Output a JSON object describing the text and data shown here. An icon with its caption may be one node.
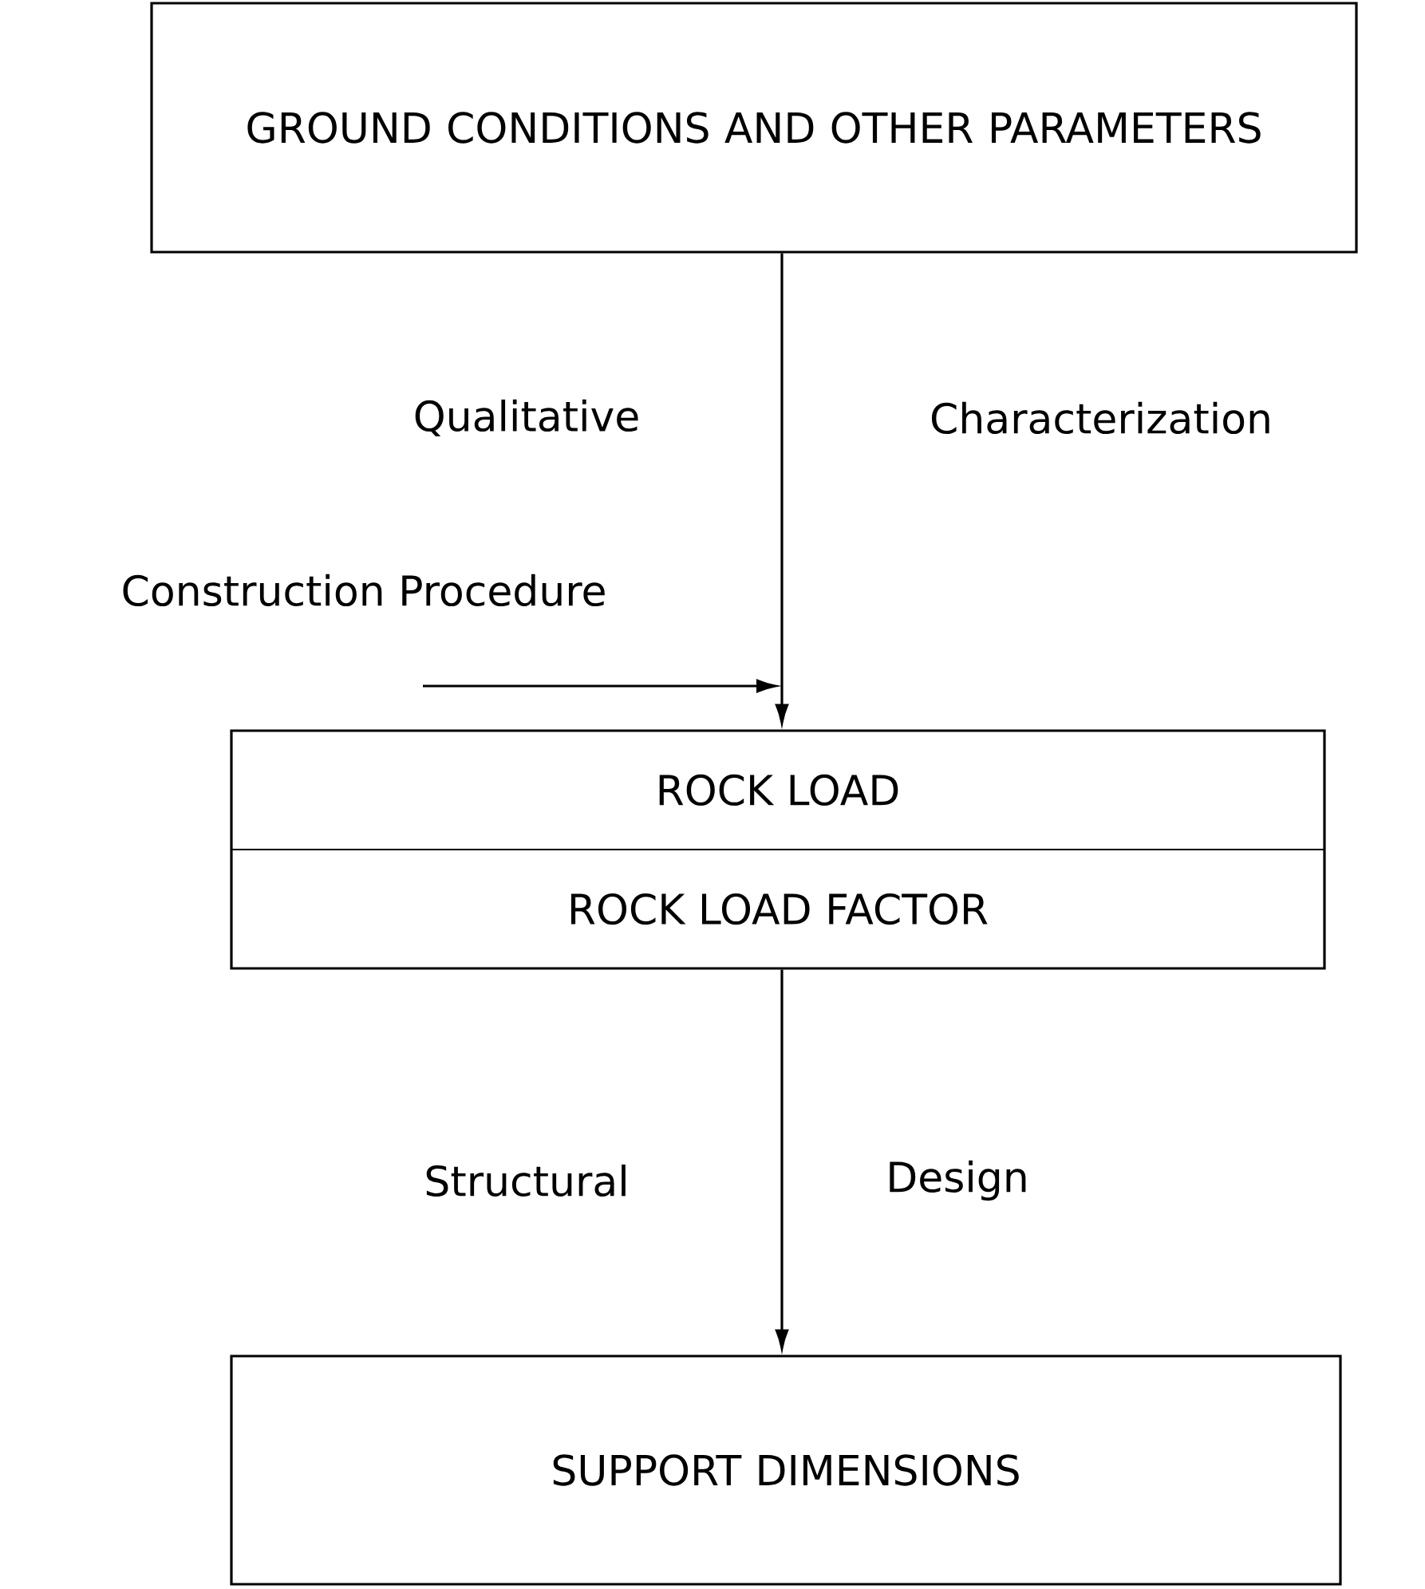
{
  "diagram": {
    "nodes": [
      {
        "text": [
          "GROUND CONDITIONS AND OTHER PARAMETERS"
        ]
      },
      {
        "text": [
          "ROCK LOAD",
          "ROCK LOAD FACTOR"
        ]
      },
      {
        "text": [
          "SUPPORT DIMENSIONS"
        ]
      },
      {
        "text": [
          "Construction Procedure"
        ]
      }
    ],
    "edges": [
      {
        "from": 0,
        "to": 1,
        "arrow": "to"
      },
      {
        "from": 1,
        "to": 2,
        "arrow": "to"
      },
      {
        "from": 3,
        "to": null,
        "arrow": "to"
      }
    ],
    "labels": [
      "Qualitative",
      "Characterization",
      "Structural",
      "Design"
    ]
  }
}
